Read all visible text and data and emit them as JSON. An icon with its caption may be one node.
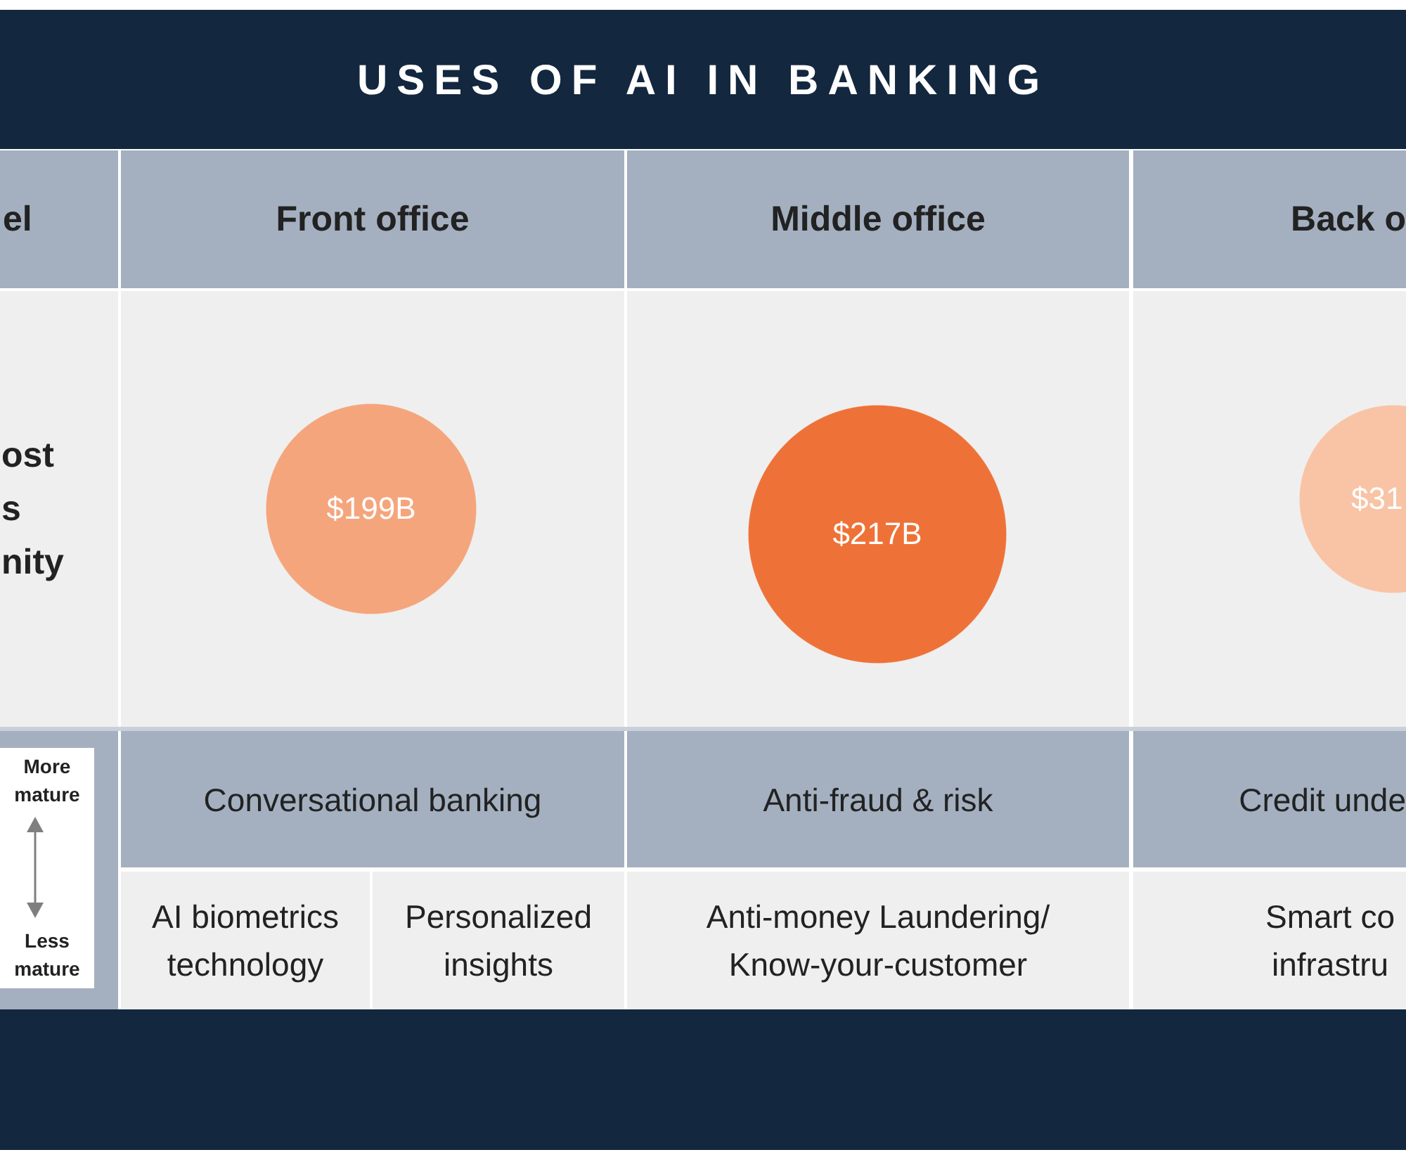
{
  "diagram": {
    "title": "USES OF AI IN BANKING",
    "nodes": [
      {
        "text": [
          "el"
        ]
      },
      {
        "text": [
          "Front office"
        ]
      },
      {
        "text": [
          "Middle office"
        ]
      },
      {
        "text": [
          "Back o"
        ]
      },
      {
        "text": [
          "ost s nity"
        ]
      },
      {
        "text": [],
        "shape": "box"
      },
      {
        "text": [
          "$199B"
        ],
        "in": 5
      },
      {
        "text": [],
        "shape": "box"
      },
      {
        "text": [
          "$217B"
        ],
        "in": 7
      },
      {
        "text": [],
        "shape": "box"
      },
      {
        "text": [
          "$31"
        ],
        "in": 9
      },
      {
        "text": [],
        "shape": "box"
      },
      {
        "text": [
          "More mature",
          "Less mature"
        ],
        "in": 11
      },
      {
        "text": [
          "Conversational banking"
        ]
      },
      {
        "text": [
          "Anti-fraud & risk"
        ]
      },
      {
        "text": [
          "Credit unde"
        ]
      },
      {
        "text": [
          "AI biometrics technology"
        ]
      },
      {
        "text": [
          "Personalized insights"
        ]
      },
      {
        "text": [
          "Anti-money Laundering/ Know-your-customer"
        ]
      },
      {
        "text": [
          "Smart co infrastru"
        ]
      }
    ]
  }
}
